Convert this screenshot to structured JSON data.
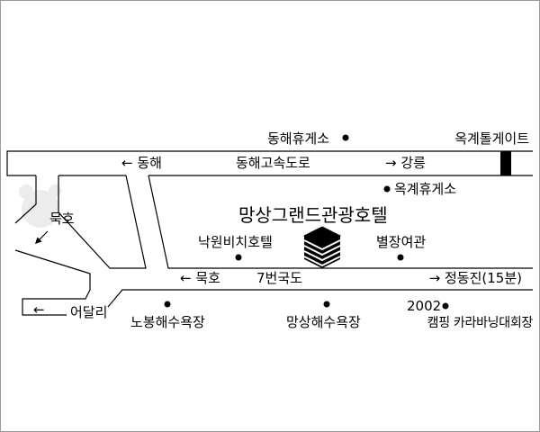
{
  "map": {
    "hotel_name": "망상그랜드관광호텔",
    "highway": {
      "name": "동해고속도로",
      "dir_west": "← 동해",
      "dir_east": "→ 강릉"
    },
    "national_road": {
      "name": "7번국도",
      "dir_west": "← 묵호",
      "dir_east": "→ 정동진(15분)"
    },
    "local_roads": {
      "mukho_exit": "묵호",
      "eodalli_arrow": "←",
      "eodalli": "어달리"
    },
    "places": {
      "donghae_rest_area": "동해휴게소",
      "okgye_tollgate": "옥계톨게이트",
      "okgye_rest_area": "옥계휴게소",
      "nakwon_beach_hotel": "낙원비치호텔",
      "byeoljang_inn": "별장여관",
      "nobong_beach": "노봉해수욕장",
      "mangsang_beach": "망상해수욕장",
      "camping_year": "2002",
      "camping_venue": "캠핑 카라바닝대회장"
    },
    "icons": {
      "hotel": "building-icon",
      "marker": "dot-marker-icon",
      "tollgate": "tollgate-bar-icon",
      "direction": "down-left-arrow-icon"
    },
    "colors": {
      "road_line": "#000000",
      "background": "#ffffff",
      "watermark": "#ececec"
    }
  }
}
